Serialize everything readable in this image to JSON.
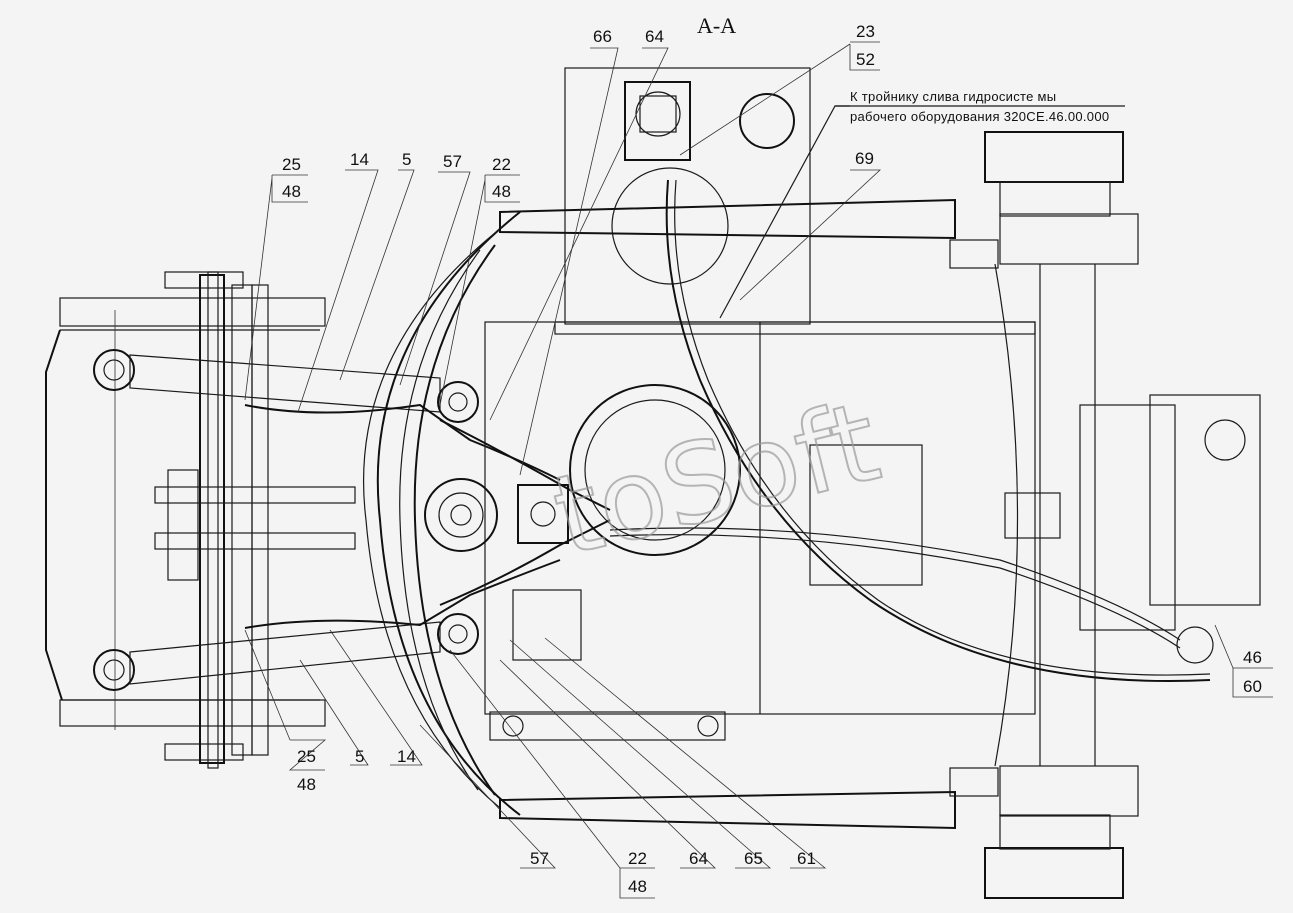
{
  "title": "А-А",
  "note": {
    "line1": "К тройнику слива гидросисте мы",
    "line2": "рабочего оборудования 320CE.46.00.000"
  },
  "watermark": "toSoft",
  "callouts": [
    {
      "id": "c66",
      "text": "66"
    },
    {
      "id": "c64top",
      "text": "64"
    },
    {
      "id": "c23",
      "text": "23"
    },
    {
      "id": "c52",
      "text": "52"
    },
    {
      "id": "c69",
      "text": "69"
    },
    {
      "id": "c25top",
      "text": "25"
    },
    {
      "id": "c48topl",
      "text": "48"
    },
    {
      "id": "c14top",
      "text": "14"
    },
    {
      "id": "c5top",
      "text": "5"
    },
    {
      "id": "c57top",
      "text": "57"
    },
    {
      "id": "c22top",
      "text": "22"
    },
    {
      "id": "c48topr",
      "text": "48"
    },
    {
      "id": "c46",
      "text": "46"
    },
    {
      "id": "c60",
      "text": "60"
    },
    {
      "id": "c25bot",
      "text": "25"
    },
    {
      "id": "c48botl",
      "text": "48"
    },
    {
      "id": "c5bot",
      "text": "5"
    },
    {
      "id": "c14bot",
      "text": "14"
    },
    {
      "id": "c57bot",
      "text": "57"
    },
    {
      "id": "c22bot",
      "text": "22"
    },
    {
      "id": "c48botr",
      "text": "48"
    },
    {
      "id": "c64bot",
      "text": "64"
    },
    {
      "id": "c65",
      "text": "65"
    },
    {
      "id": "c61",
      "text": "61"
    }
  ]
}
